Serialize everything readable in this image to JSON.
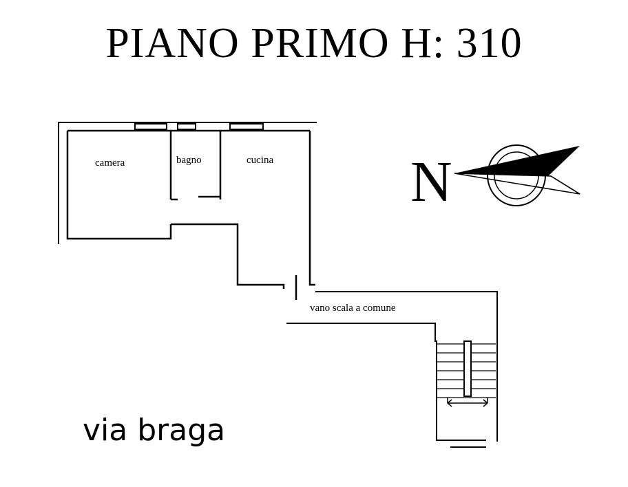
{
  "title": "PIANO PRIMO H: 310",
  "rooms": {
    "camera": "camera",
    "bagno": "bagno",
    "cucina": "cucina"
  },
  "stair_label": "vano scala a comune",
  "compass": {
    "letter": "N"
  },
  "street": "via braga"
}
